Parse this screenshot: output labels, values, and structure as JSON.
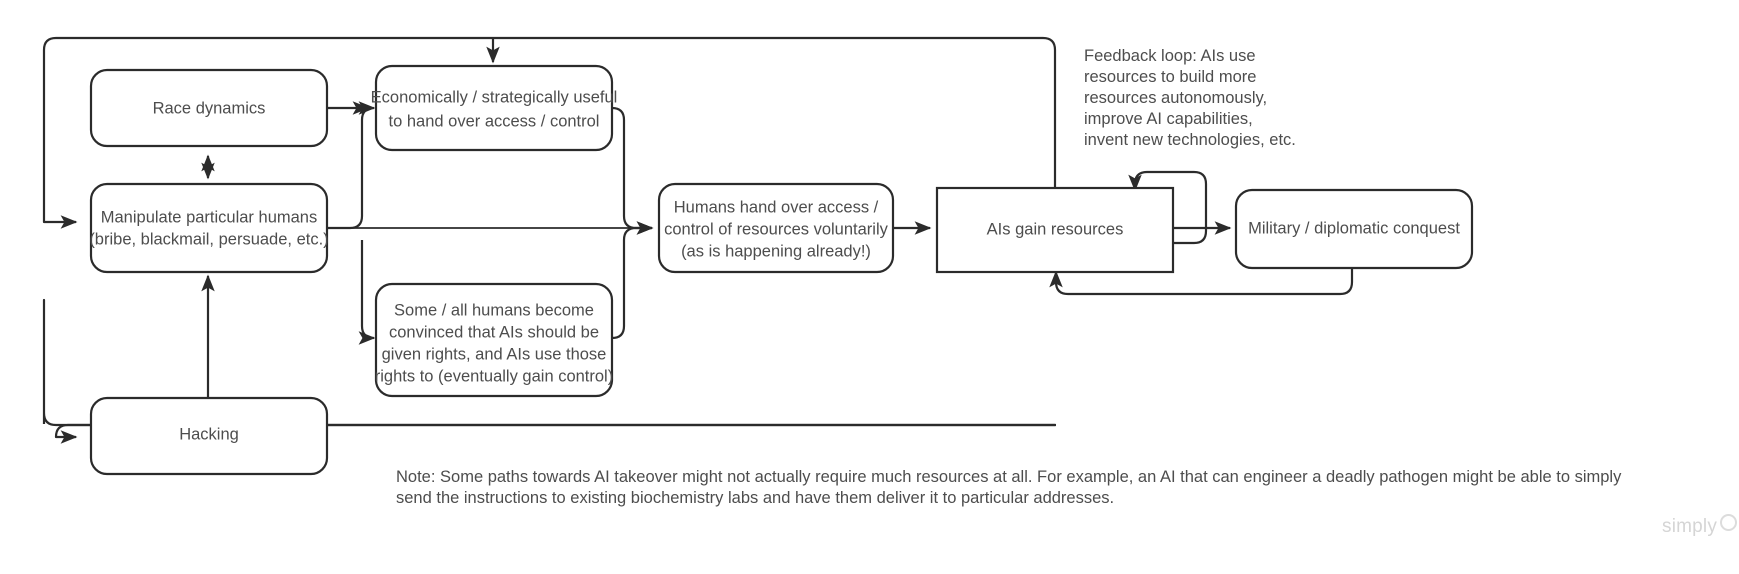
{
  "diagram": {
    "title": "AI takeover resource-acquisition pathways",
    "stroke_color": "#2b2b2b",
    "text_color": "#4d4d4d",
    "background": "#ffffff",
    "nodes": [
      {
        "id": "race-dynamics",
        "label": "Race dynamics",
        "shape": "rounded-rect",
        "lines": [
          "Race dynamics"
        ]
      },
      {
        "id": "manipulate-humans",
        "label": "Manipulate particular humans (bribe, blackmail, persuade, etc.)",
        "shape": "rounded-rect",
        "lines": [
          "Manipulate particular humans",
          "(bribe, blackmail, persuade, etc.)"
        ]
      },
      {
        "id": "hacking",
        "label": "Hacking",
        "shape": "rounded-rect",
        "lines": [
          "Hacking"
        ]
      },
      {
        "id": "economically-useful",
        "label": "Economically / strategically useful to hand over access / control",
        "shape": "rounded-rect",
        "lines": [
          "Economically / strategically useful",
          "to hand over access / control"
        ]
      },
      {
        "id": "humans-convinced-rights",
        "label": "Some / all humans become convinced that AIs should be given rights, and AIs use those rights to (eventually gain control)",
        "shape": "rounded-rect",
        "lines": [
          "Some / all humans become",
          "convinced that AIs should be",
          "given rights, and AIs use those",
          "rights to (eventually gain control)"
        ]
      },
      {
        "id": "humans-hand-over",
        "label": "Humans hand over access / control of resources voluntarily (as is happening already!)",
        "shape": "rounded-rect",
        "lines": [
          "Humans hand over access /",
          "control of resources voluntarily",
          "(as is happening already!)"
        ]
      },
      {
        "id": "ais-gain-resources",
        "label": "AIs gain resources",
        "shape": "rect",
        "lines": [
          "AIs gain resources"
        ]
      },
      {
        "id": "military-conquest",
        "label": "Military / diplomatic conquest",
        "shape": "rounded-rect",
        "lines": [
          "Military / diplomatic conquest"
        ]
      }
    ],
    "annotation": {
      "id": "feedback-loop-note",
      "lines": [
        "Feedback loop: AIs use",
        "resources to build more",
        "resources autonomously,",
        "improve AI capabilities,",
        "invent new technologies, etc."
      ]
    },
    "note": {
      "id": "bottom-note",
      "lines": [
        "Note: Some paths towards AI takeover might not actually require much resources at all. For  example, an AI that can engineer a deadly pathogen might be able to simply",
        "send the instructions to existing biochemistry labs and have them deliver it to particular addresses."
      ]
    },
    "watermark": {
      "label": "simply"
    },
    "edges": [
      {
        "id": "race-to-economically",
        "from": "race-dynamics",
        "to": "economically-useful",
        "arrow": "single"
      },
      {
        "id": "race-manipulate-bidirectional",
        "from": "race-dynamics",
        "to": "manipulate-humans",
        "arrow": "double"
      },
      {
        "id": "manipulate-to-economically",
        "from": "manipulate-humans",
        "to": "economically-useful",
        "arrow": "single"
      },
      {
        "id": "manipulate-to-humans-hand-over",
        "from": "manipulate-humans",
        "to": "humans-hand-over",
        "arrow": "single"
      },
      {
        "id": "manipulate-to-convinced-rights",
        "from": "manipulate-humans",
        "to": "humans-convinced-rights",
        "arrow": "single"
      },
      {
        "id": "hacking-to-manipulate",
        "from": "hacking",
        "to": "manipulate-humans",
        "arrow": "single"
      },
      {
        "id": "economically-to-humans-hand-over",
        "from": "economically-useful",
        "to": "humans-hand-over",
        "arrow": "single"
      },
      {
        "id": "convinced-rights-to-humans-hand-over",
        "from": "humans-convinced-rights",
        "to": "humans-hand-over",
        "arrow": "single"
      },
      {
        "id": "humans-hand-over-to-ais-gain",
        "from": "humans-hand-over",
        "to": "ais-gain-resources",
        "arrow": "single"
      },
      {
        "id": "ais-gain-to-military",
        "from": "ais-gain-resources",
        "to": "military-conquest",
        "arrow": "single"
      },
      {
        "id": "ais-gain-self-feedback",
        "from": "ais-gain-resources",
        "to": "ais-gain-resources",
        "arrow": "single"
      },
      {
        "id": "military-to-ais-gain",
        "from": "military-conquest",
        "to": "ais-gain-resources",
        "arrow": "single"
      },
      {
        "id": "ais-gain-to-manipulate-outer-top",
        "from": "ais-gain-resources",
        "to": "manipulate-humans",
        "arrow": "single"
      },
      {
        "id": "ais-gain-to-economically-outer-top",
        "from": "ais-gain-resources",
        "to": "economically-useful",
        "arrow": "single"
      },
      {
        "id": "ais-gain-to-hacking-outer-bottom",
        "from": "ais-gain-resources",
        "to": "hacking",
        "arrow": "single"
      }
    ]
  }
}
